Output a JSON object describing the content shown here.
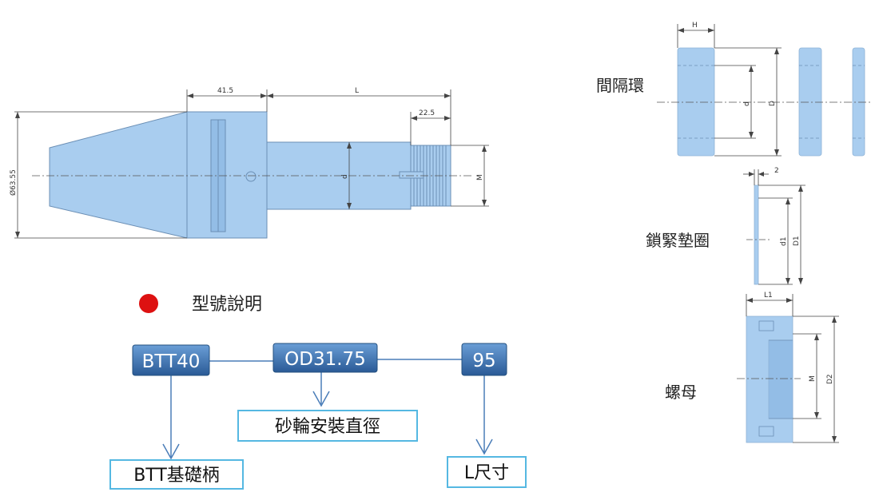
{
  "holder": {
    "dim_diameter": "Ø63.55",
    "dim_flange": "41.5",
    "dim_length": "L",
    "dim_thread_length": "22.5",
    "dim_bore": "d",
    "dim_thread": "M"
  },
  "spacer": {
    "label": "間隔環",
    "dim_h": "H",
    "dim_d": "d",
    "dim_D": "D"
  },
  "washer": {
    "label": "鎖緊墊圈",
    "dim_t": "2",
    "dim_d1": "d1",
    "dim_D1": "D1"
  },
  "nut": {
    "label": "螺母",
    "dim_L1": "L1",
    "dim_M": "M",
    "dim_D2": "D2"
  },
  "model": {
    "title": "型號說明",
    "codes": [
      "BTT40",
      "OD31.75",
      "95"
    ],
    "meanings": [
      "BTT基礎柄",
      "砂輪安裝直徑",
      "L尺寸"
    ]
  },
  "colors": {
    "part_fill": "#a9cdef",
    "code_box_top": "#5f93cc",
    "code_box_bottom": "#2c5c98",
    "meaning_border": "#55b8e2",
    "connector": "#4a7db8",
    "bullet": "#dd1111"
  }
}
